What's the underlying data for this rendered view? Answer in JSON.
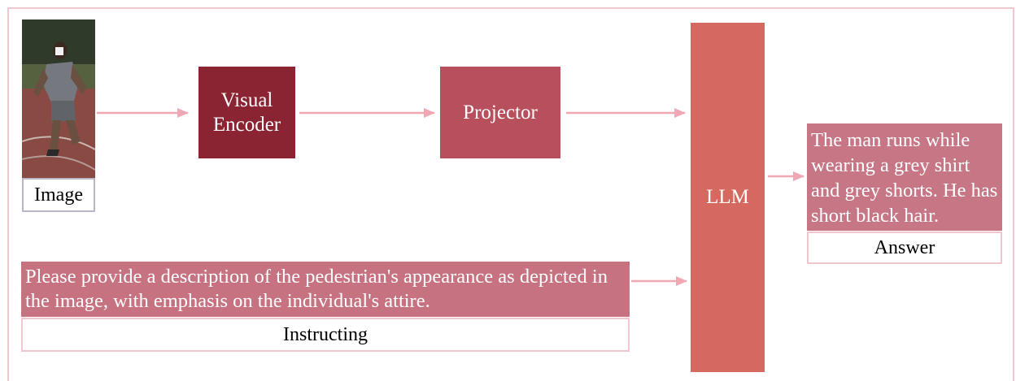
{
  "image_caption": "Image",
  "visual_encoder": {
    "line1": "Visual",
    "line2": "Encoder"
  },
  "projector": "Projector",
  "llm": "LLM",
  "instruction_text": "Please provide a description of the pedestrian's appearance as depicted in the image, with emphasis on the individual's attire.",
  "instructing_caption": "Instructing",
  "answer_text": "The man runs while wearing a grey shirt and grey shorts. He has short black hair.",
  "answer_caption": "Answer",
  "colors": {
    "encoder": "#8a2432",
    "projector": "#b74f5d",
    "llm": "#d5685f",
    "text_boxes": "#c77280",
    "arrow": "#f0a8b4"
  }
}
